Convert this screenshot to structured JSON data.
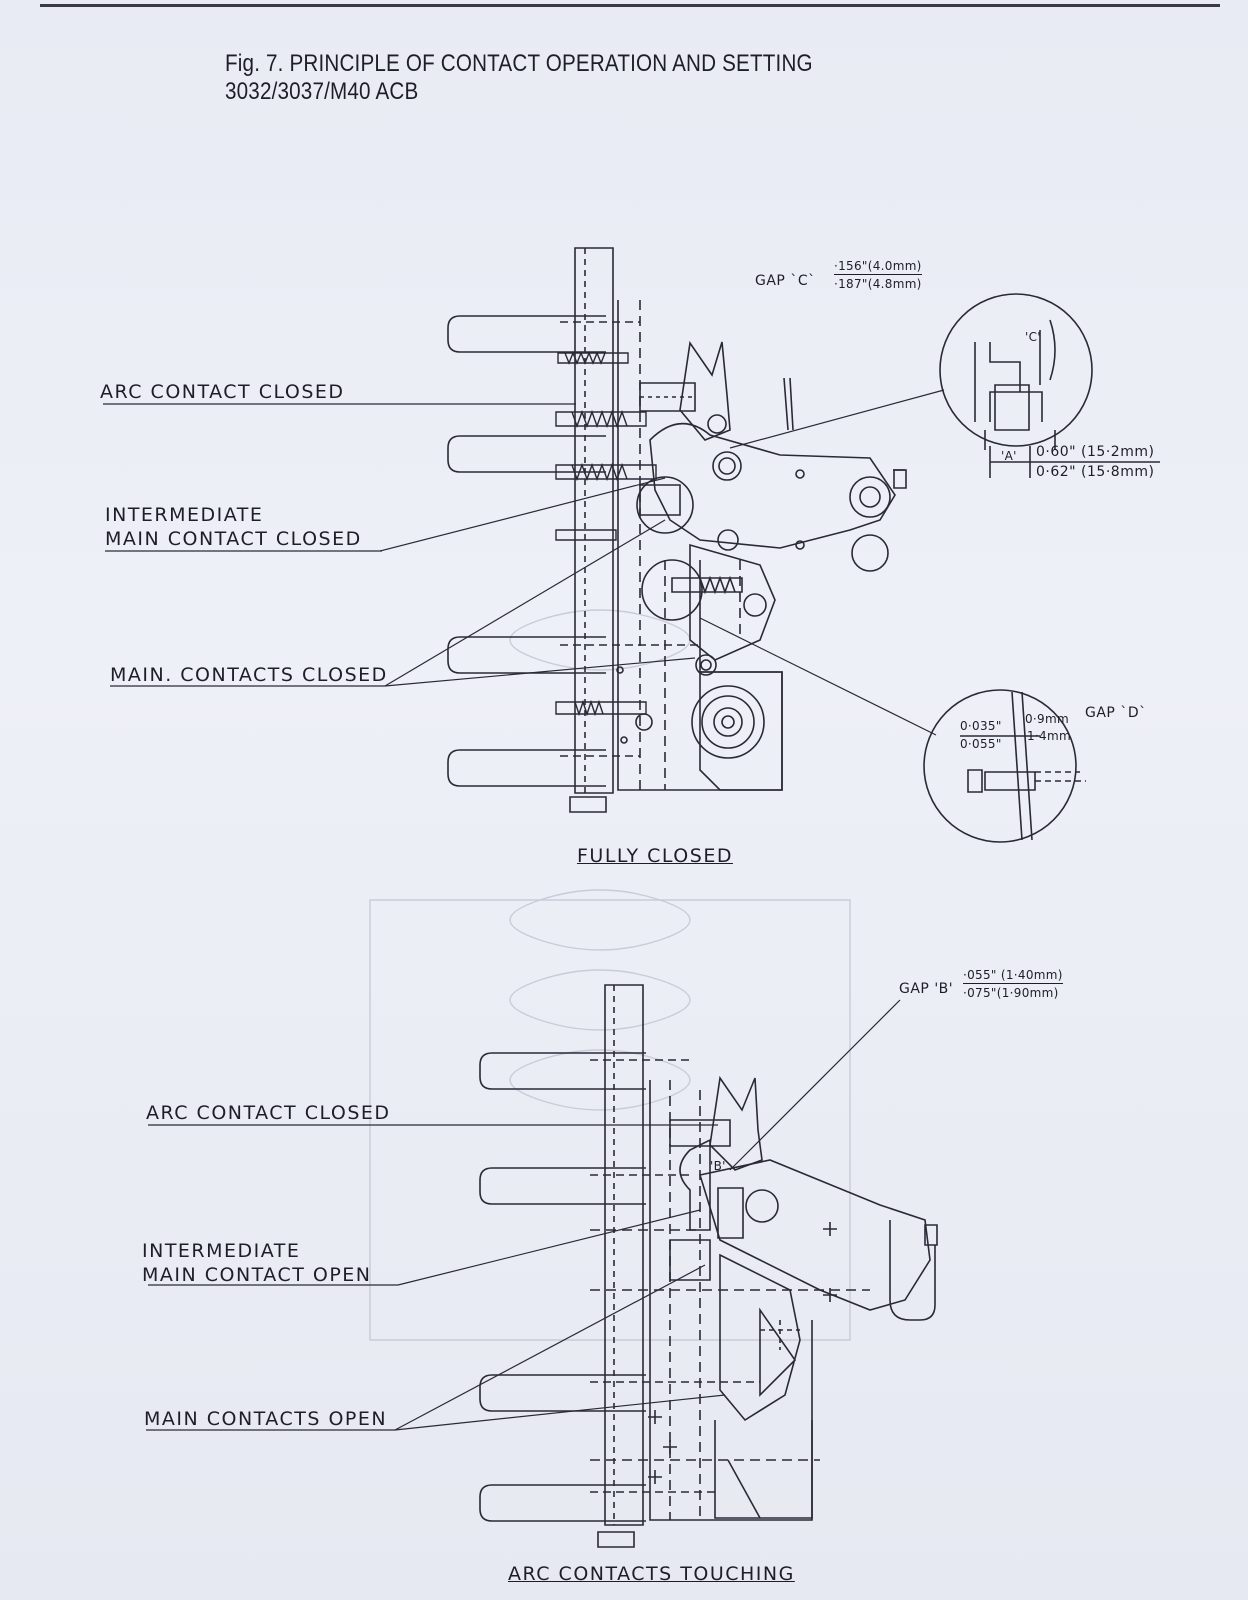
{
  "title": "Fig. 7. PRINCIPLE OF CONTACT OPERATION AND SETTING 3032/3037/M40 ACB",
  "upper": {
    "caption": "FULLY CLOSED",
    "labels": {
      "arc_contact": "ARC CONTACT CLOSED",
      "intermediate_line1": "INTERMEDIATE",
      "intermediate_line2": "MAIN CONTACT CLOSED",
      "main_contacts": "MAIN. CONTACTS CLOSED"
    },
    "gap_c": {
      "label": "GAP `C`",
      "upper": "·156\"(4.0mm)",
      "lower": "·187\"(4.8mm)"
    },
    "detail_c": {
      "letter": "'C'",
      "a_label": "'A'",
      "a_upper": "0·60\" (15·2mm)",
      "a_lower": "0·62\" (15·8mm)"
    },
    "gap_d": {
      "label": "GAP `D`",
      "in_upper": "0·035\"",
      "in_lower": "0·055\"",
      "mm_upper": "0·9mm",
      "mm_lower": "1·4mm"
    }
  },
  "lower": {
    "caption": "ARC CONTACTS TOUCHING",
    "labels": {
      "arc_contact": "ARC CONTACT CLOSED",
      "intermediate_line1": "INTERMEDIATE",
      "intermediate_line2": "MAIN CONTACT OPEN",
      "main_contacts": "MAIN CONTACTS OPEN"
    },
    "gap_b": {
      "label": "GAP 'B'",
      "upper": "·055\" (1·40mm)",
      "lower": "·075\"(1·90mm)",
      "letter": "'B'"
    }
  }
}
